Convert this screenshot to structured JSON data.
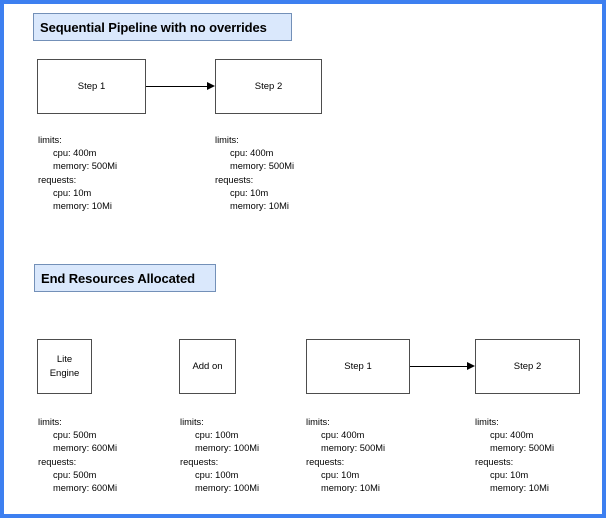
{
  "diagram": {
    "frame_color": "#3d7ff0",
    "banner_fill": "#dae8fc",
    "banner_stroke": "#7390b8",
    "node_stroke": "#4d4d4d",
    "sections": [
      {
        "id": "sequential-pipeline",
        "title": "Sequential Pipeline with no overrides",
        "nodes": [
          {
            "id": "step-1",
            "label_line1": "Step 1",
            "label_line2": ""
          },
          {
            "id": "step-2",
            "label_line1": "Step 2",
            "label_line2": ""
          }
        ],
        "specs": [
          {
            "id": "spec-step-1",
            "limits_key": "limits:",
            "limits_cpu": "cpu: 400m",
            "limits_memory": "memory: 500Mi",
            "requests_key": "requests:",
            "requests_cpu": "cpu: 10m",
            "requests_memory": "memory: 10Mi"
          },
          {
            "id": "spec-step-2",
            "limits_key": "limits:",
            "limits_cpu": "cpu: 400m",
            "limits_memory": "memory: 500Mi",
            "requests_key": "requests:",
            "requests_cpu": "cpu: 10m",
            "requests_memory": "memory: 10Mi"
          }
        ]
      },
      {
        "id": "end-resources-allocated",
        "title": "End Resources Allocated",
        "nodes": [
          {
            "id": "lite-engine",
            "label_line1": "Lite",
            "label_line2": "Engine"
          },
          {
            "id": "add-on",
            "label_line1": "Add on",
            "label_line2": ""
          },
          {
            "id": "step-1",
            "label_line1": "Step 1",
            "label_line2": ""
          },
          {
            "id": "step-2",
            "label_line1": "Step 2",
            "label_line2": ""
          }
        ],
        "specs": [
          {
            "id": "spec-lite-engine",
            "limits_key": "limits:",
            "limits_cpu": "cpu: 500m",
            "limits_memory": "memory: 600Mi",
            "requests_key": "requests:",
            "requests_cpu": "cpu: 500m",
            "requests_memory": "memory: 600Mi"
          },
          {
            "id": "spec-add-on",
            "limits_key": "limits:",
            "limits_cpu": "cpu: 100m",
            "limits_memory": "memory: 100Mi",
            "requests_key": "requests:",
            "requests_cpu": "cpu: 100m",
            "requests_memory": "memory: 100Mi"
          },
          {
            "id": "spec-step-1",
            "limits_key": "limits:",
            "limits_cpu": "cpu: 400m",
            "limits_memory": "memory: 500Mi",
            "requests_key": "requests:",
            "requests_cpu": "cpu: 10m",
            "requests_memory": "memory: 10Mi"
          },
          {
            "id": "spec-step-2",
            "limits_key": "limits:",
            "limits_cpu": "cpu: 400m",
            "limits_memory": "memory: 500Mi",
            "requests_key": "requests:",
            "requests_cpu": "cpu: 10m",
            "requests_memory": "memory: 10Mi"
          }
        ]
      }
    ]
  }
}
